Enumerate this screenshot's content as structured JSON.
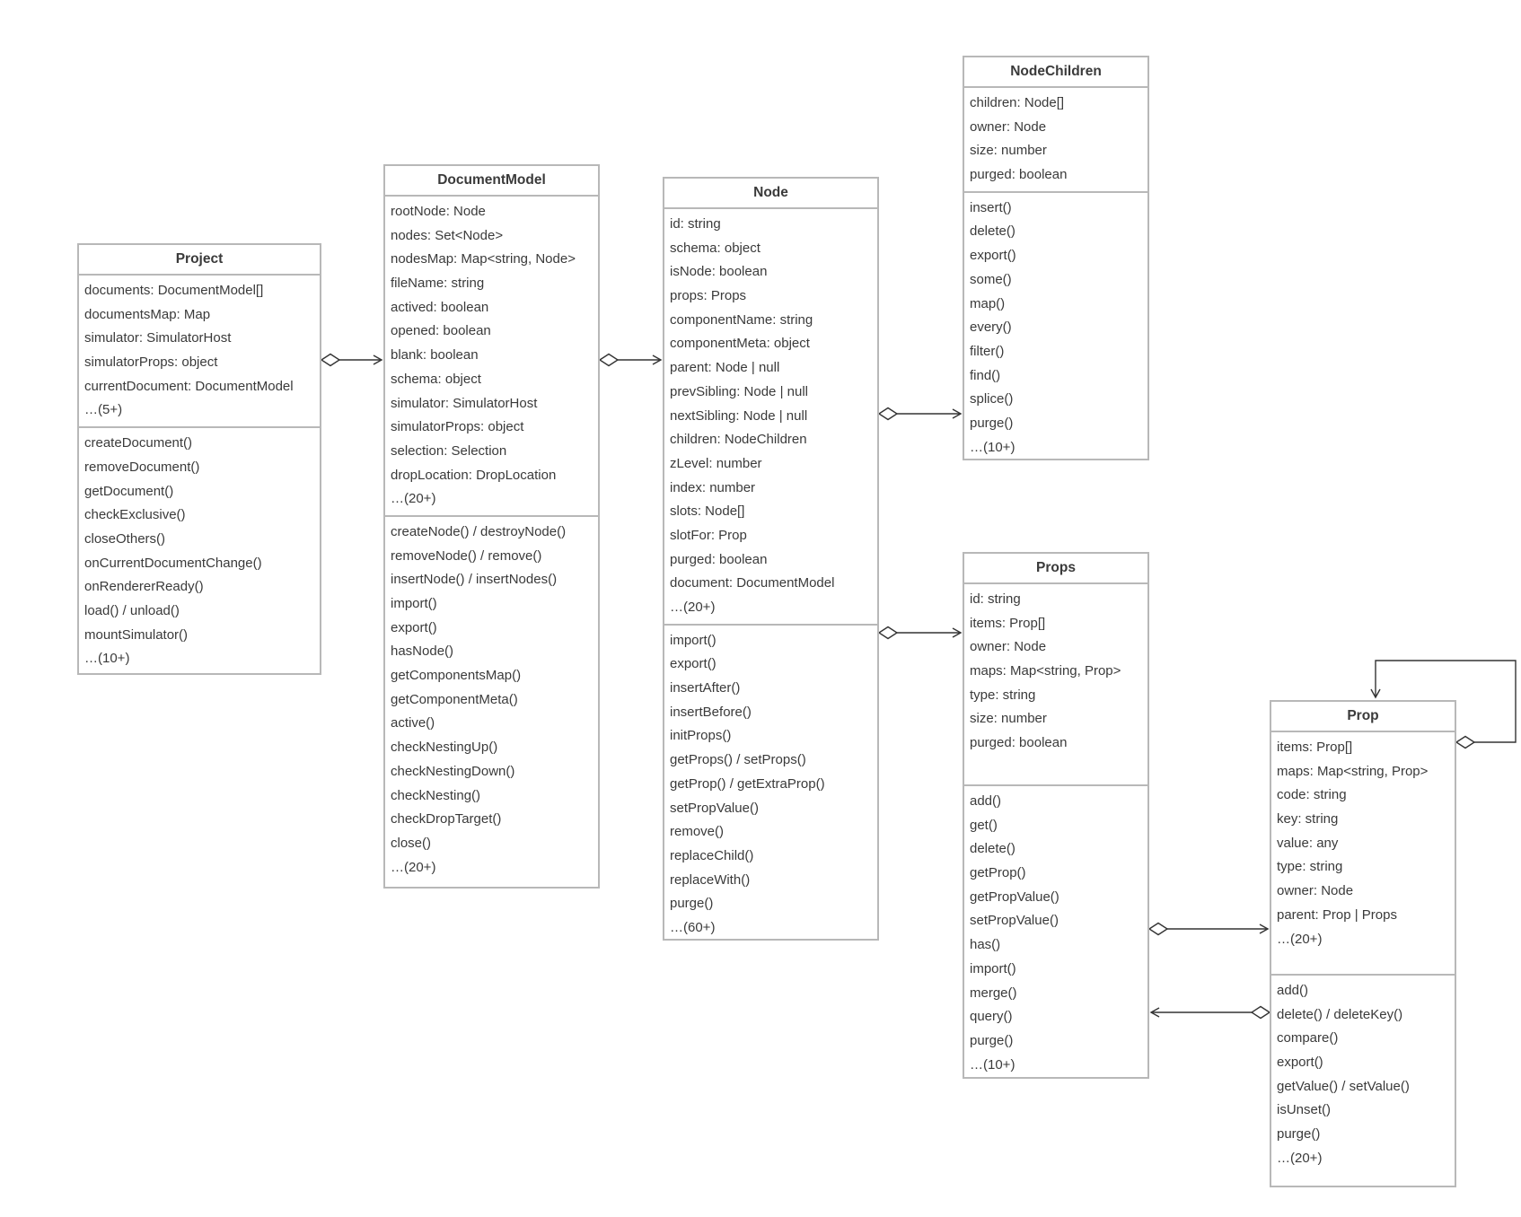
{
  "classes": [
    {
      "id": "project",
      "name": "Project",
      "attributes": [
        "documents: DocumentModel[]",
        "documentsMap: Map",
        "simulator: SimulatorHost",
        "simulatorProps: object",
        "currentDocument: DocumentModel",
        "…(5+)"
      ],
      "methods": [
        "createDocument()",
        "removeDocument()",
        "getDocument()",
        "checkExclusive()",
        "closeOthers()",
        "onCurrentDocumentChange()",
        "onRendererReady()",
        "load() / unload()",
        "mountSimulator()",
        "…(10+)"
      ]
    },
    {
      "id": "document-model",
      "name": "DocumentModel",
      "attributes": [
        "rootNode: Node",
        "nodes: Set<Node>",
        "nodesMap: Map<string, Node>",
        "fileName: string",
        "actived: boolean",
        "opened: boolean",
        "blank: boolean",
        "schema: object",
        "simulator: SimulatorHost",
        "simulatorProps: object",
        "selection: Selection",
        "dropLocation: DropLocation",
        "…(20+)"
      ],
      "methods": [
        "createNode() / destroyNode()",
        "removeNode() / remove()",
        "insertNode() / insertNodes()",
        "import()",
        "export()",
        "hasNode()",
        "getComponentsMap()",
        "getComponentMeta()",
        "active()",
        "checkNestingUp()",
        "checkNestingDown()",
        "checkNesting()",
        "checkDropTarget()",
        "close()",
        "…(20+)"
      ]
    },
    {
      "id": "node",
      "name": "Node",
      "attributes": [
        "id: string",
        "schema: object",
        "isNode: boolean",
        "props: Props",
        "componentName: string",
        "componentMeta: object",
        "parent: Node | null",
        "prevSibling: Node | null",
        "nextSibling: Node | null",
        "children: NodeChildren",
        "zLevel: number",
        "index: number",
        "slots: Node[]",
        "slotFor: Prop",
        "purged: boolean",
        "document: DocumentModel",
        "…(20+)"
      ],
      "methods": [
        "import()",
        "export()",
        "insertAfter()",
        "insertBefore()",
        "initProps()",
        "getProps() / setProps()",
        "getProp() / getExtraProp()",
        "setPropValue()",
        "remove()",
        "replaceChild()",
        "replaceWith()",
        "purge()",
        "…(60+)"
      ]
    },
    {
      "id": "node-children",
      "name": "NodeChildren",
      "attributes": [
        "children: Node[]",
        "owner: Node",
        "size: number",
        "purged: boolean"
      ],
      "methods": [
        "insert()",
        "delete()",
        "export()",
        "some()",
        "map()",
        "every()",
        "filter()",
        "find()",
        "splice()",
        "purge()",
        "…(10+)"
      ]
    },
    {
      "id": "props",
      "name": "Props",
      "attributes": [
        "id: string",
        "items: Prop[]",
        "owner: Node",
        "maps: Map<string, Prop>",
        "type: string",
        "size: number",
        "purged: boolean"
      ],
      "methods": [
        "add()",
        "get()",
        "delete()",
        "getProp()",
        "getPropValue()",
        "setPropValue()",
        "has()",
        "import()",
        "merge()",
        "query()",
        "purge()",
        "…(10+)"
      ]
    },
    {
      "id": "prop",
      "name": "Prop",
      "attributes": [
        "items: Prop[]",
        "maps: Map<string, Prop>",
        "code: string",
        "key: string",
        "value: any",
        "type: string",
        "owner: Node",
        "parent: Prop | Props",
        "…(20+)"
      ],
      "methods": [
        "add()",
        "delete() / deleteKey()",
        "compare()",
        "export()",
        "getValue() / setValue()",
        "isUnset()",
        "purge()",
        "…(20+)"
      ]
    }
  ]
}
